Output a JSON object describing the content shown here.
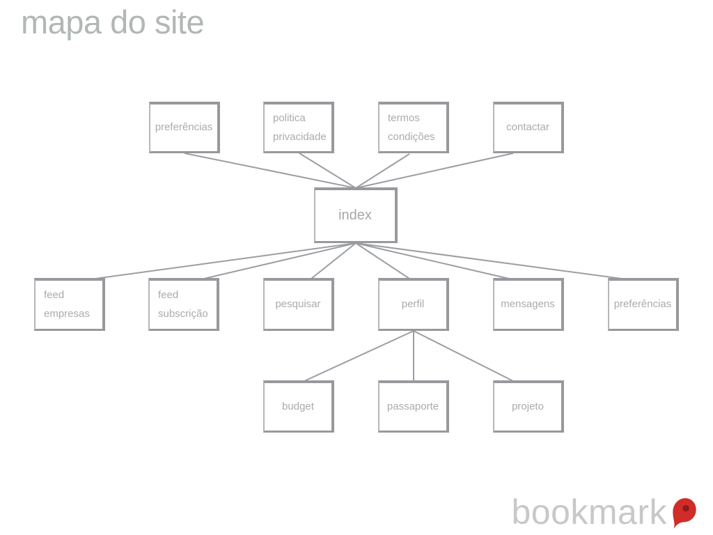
{
  "page": {
    "title": "mapa do site"
  },
  "diagram": {
    "nodes": [
      {
        "id": "preferencias-top",
        "label": "preferências"
      },
      {
        "id": "politica-privacidade",
        "label": "politica\nprivacidade"
      },
      {
        "id": "termos-condicoes",
        "label": "termos\ncondições"
      },
      {
        "id": "contactar",
        "label": "contactar"
      },
      {
        "id": "index",
        "label": "index"
      },
      {
        "id": "feed-empresas",
        "label": "feed\nempresas"
      },
      {
        "id": "feed-subscricao",
        "label": "feed\nsubscrição"
      },
      {
        "id": "pesquisar",
        "label": "pesquisar"
      },
      {
        "id": "perfil",
        "label": "perfil"
      },
      {
        "id": "mensagens",
        "label": "mensagens"
      },
      {
        "id": "preferencias-bottom",
        "label": "preferências"
      },
      {
        "id": "budget",
        "label": "budget"
      },
      {
        "id": "passaporte",
        "label": "passaporte"
      },
      {
        "id": "projeto",
        "label": "projeto"
      }
    ],
    "edges": [
      [
        "preferencias-top",
        "index"
      ],
      [
        "politica-privacidade",
        "index"
      ],
      [
        "termos-condicoes",
        "index"
      ],
      [
        "contactar",
        "index"
      ],
      [
        "index",
        "feed-empresas"
      ],
      [
        "index",
        "feed-subscricao"
      ],
      [
        "index",
        "pesquisar"
      ],
      [
        "index",
        "perfil"
      ],
      [
        "index",
        "mensagens"
      ],
      [
        "index",
        "preferencias-bottom"
      ],
      [
        "perfil",
        "budget"
      ],
      [
        "perfil",
        "passaporte"
      ],
      [
        "perfil",
        "projeto"
      ]
    ],
    "line_color": "#9b9da1",
    "box_border_color": "#97999c",
    "text_color": "#a8abad"
  },
  "logo": {
    "text": "bookmark",
    "text_color": "#c6c9c8",
    "pin_color": "#d02c28",
    "pin_dot_color": "#8e1a1b"
  }
}
